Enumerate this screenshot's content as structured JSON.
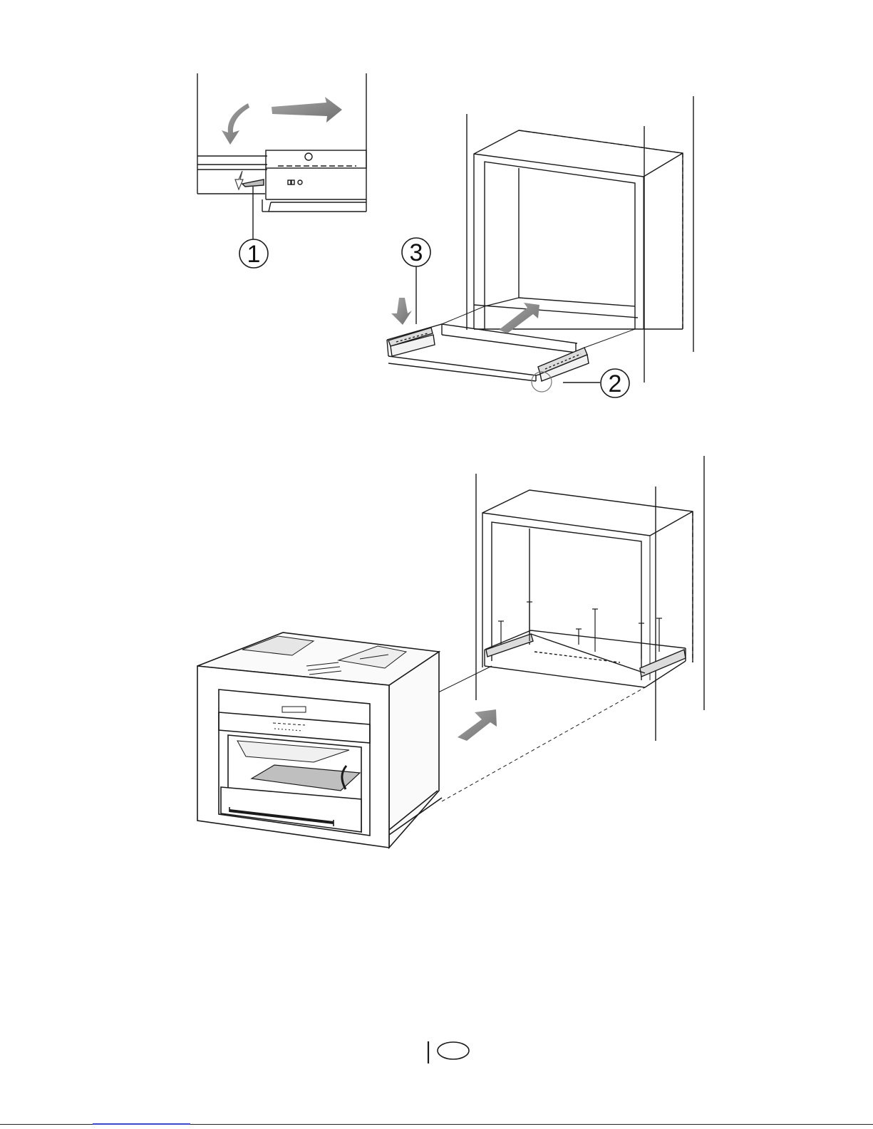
{
  "document": {
    "type": "installation-illustration",
    "callouts": [
      {
        "label": "1"
      },
      {
        "label": "3"
      },
      {
        "label": "2"
      }
    ],
    "language_badge": {
      "text": ""
    },
    "colors": {
      "line": "#1a1a1a",
      "arrow": "#8c8c8c",
      "arrow_dark": "#6e6e6e",
      "footer_link": "#3a49c9"
    },
    "icons": [
      "arrow-right-icon",
      "arrow-curved-down-icon",
      "arrow-down-icon",
      "arrow-into-cabinet-icon"
    ]
  }
}
